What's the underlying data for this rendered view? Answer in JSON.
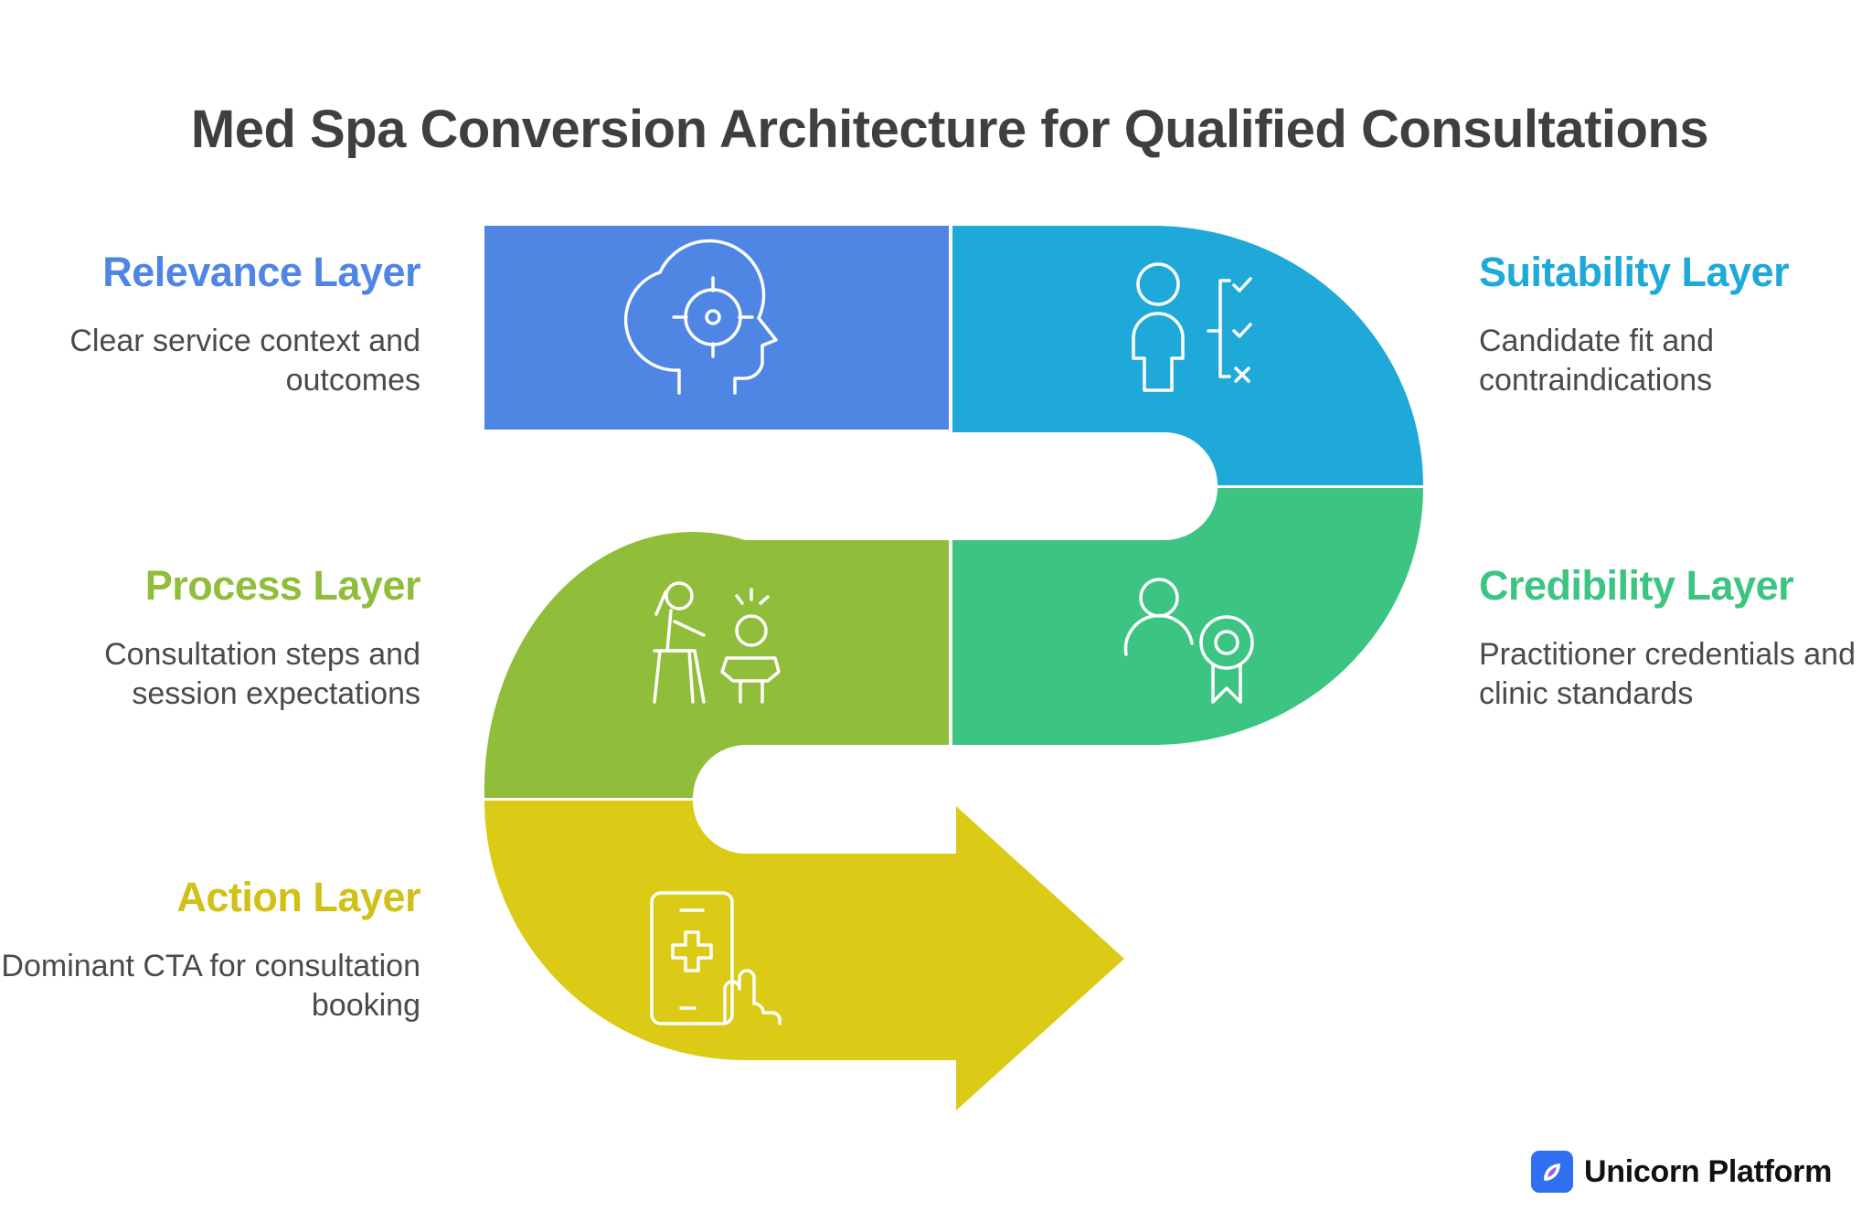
{
  "title": "Med Spa Conversion Architecture for Qualified Consultations",
  "layers": {
    "relevance": {
      "heading": "Relevance Layer",
      "description": "Clear service context and outcomes",
      "color": "#4f86e3",
      "icon": "head-target-icon"
    },
    "suitability": {
      "heading": "Suitability Layer",
      "description": "Candidate fit and contraindications",
      "color": "#1fa9d8",
      "icon": "person-checklist-icon"
    },
    "credibility": {
      "heading": "Credibility Layer",
      "description": "Practitioner credentials and clinic standards",
      "color": "#3cc482",
      "icon": "person-award-icon"
    },
    "process": {
      "heading": "Process Layer",
      "description": "Consultation steps and session expectations",
      "color": "#90bd3a",
      "icon": "consultation-icon"
    },
    "action": {
      "heading": "Action Layer",
      "description": "Dominant CTA for consultation booking",
      "color": "#dbcb16",
      "icon": "mobile-medical-tap-icon"
    }
  },
  "brand": {
    "name": "Unicorn Platform",
    "color": "#2f6ff0",
    "icon": "unicorn-logo-icon"
  }
}
